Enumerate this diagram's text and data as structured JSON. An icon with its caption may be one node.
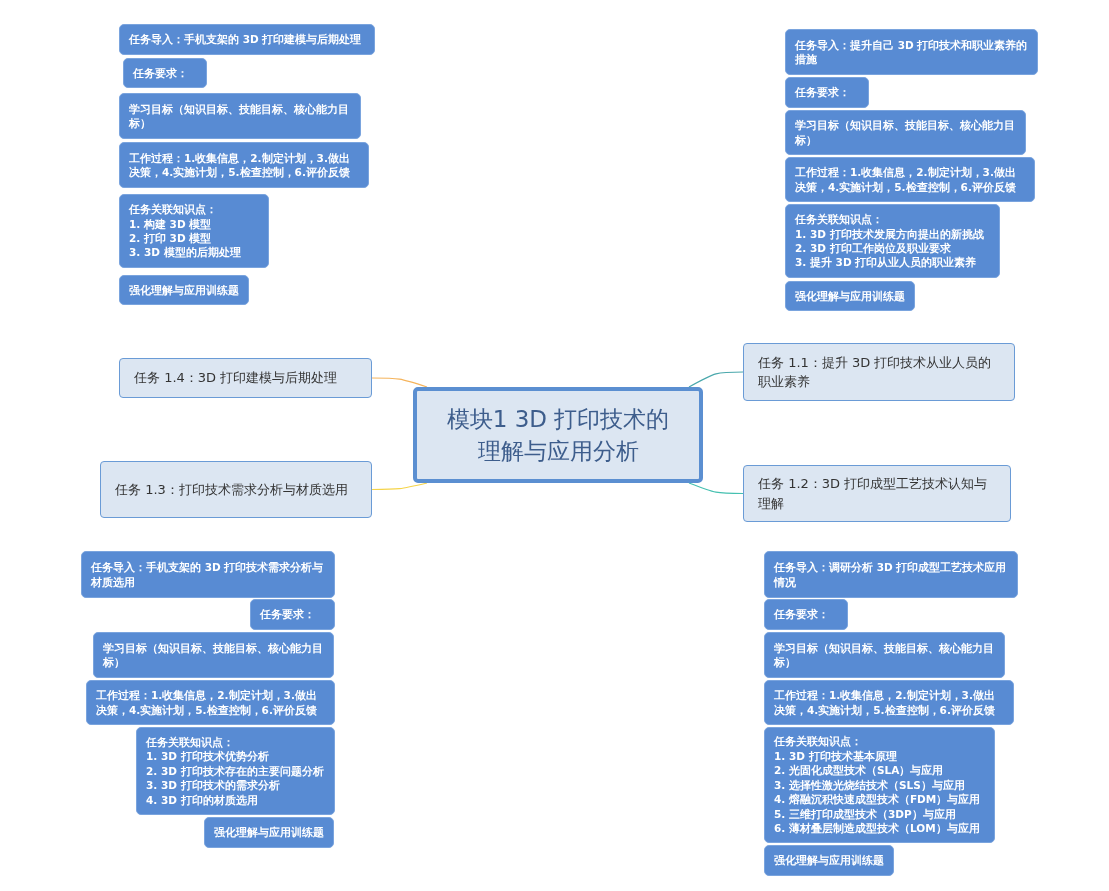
{
  "diagram": {
    "nodes": [
      {
        "text": [
          "模块1  3D 打印技术的理解与应用分析"
        ]
      },
      {
        "text": [
          "任务 1.1：提升 3D 打印技术从业人员的职业素养"
        ]
      },
      {
        "text": [
          "任务 1.2：3D 打印成型工艺技术认知与理解"
        ]
      },
      {
        "text": [
          "任务 1.3：打印技术需求分析与材质选用"
        ]
      },
      {
        "text": [
          "任务 1.4：3D 打印建模与后期处理"
        ]
      },
      {
        "text": [
          "任务导入：手机支架的 3D 打印建模与后期处理"
        ]
      },
      {
        "text": [
          "任务要求："
        ]
      },
      {
        "text": [
          "学习目标（知识目标、技能目标、核心能力目标）"
        ]
      },
      {
        "text": [
          "工作过程：1.收集信息，2.制定计划，3.做出决策，4.实施计划，5.检查控制，6.评价反馈"
        ]
      },
      {
        "text": [
          "任务关联知识点：",
          "1. 构建 3D 模型",
          "2. 打印 3D 模型",
          "3. 3D 模型的后期处理"
        ]
      },
      {
        "text": [
          "强化理解与应用训练题"
        ]
      },
      {
        "text": [
          "任务导入：提升自己 3D 打印技术和职业素养的措施"
        ]
      },
      {
        "text": [
          "任务要求："
        ]
      },
      {
        "text": [
          "学习目标（知识目标、技能目标、核心能力目标）"
        ]
      },
      {
        "text": [
          "工作过程：1.收集信息，2.制定计划，3.做出决策，4.实施计划，5.检查控制，6.评价反馈"
        ]
      },
      {
        "text": [
          "任务关联知识点：",
          "1. 3D 打印技术发展方向提出的新挑战",
          "2. 3D 打印工作岗位及职业要求",
          "3. 提升 3D 打印从业人员的职业素养"
        ]
      },
      {
        "text": [
          "强化理解与应用训练题"
        ]
      },
      {
        "text": [
          "任务导入：手机支架的 3D 打印技术需求分析与材质选用"
        ]
      },
      {
        "text": [
          "任务要求："
        ]
      },
      {
        "text": [
          "学习目标（知识目标、技能目标、核心能力目标）"
        ]
      },
      {
        "text": [
          "工作过程：1.收集信息，2.制定计划，3.做出决策，4.实施计划，5.检查控制，6.评价反馈"
        ]
      },
      {
        "text": [
          "任务关联知识点：",
          "1. 3D 打印技术优势分析",
          "2. 3D 打印技术存在的主要问题分析",
          "3. 3D 打印技术的需求分析",
          "4. 3D 打印的材质选用"
        ]
      },
      {
        "text": [
          "强化理解与应用训练题"
        ]
      },
      {
        "text": [
          "任务导入：调研分析 3D 打印成型工艺技术应用情况"
        ]
      },
      {
        "text": [
          "任务要求："
        ]
      },
      {
        "text": [
          "学习目标（知识目标、技能目标、核心能力目标）"
        ]
      },
      {
        "text": [
          "工作过程：1.收集信息，2.制定计划，3.做出决策，4.实施计划，5.检查控制，6.评价反馈"
        ]
      },
      {
        "text": [
          "任务关联知识点：",
          "1. 3D 打印技术基本原理",
          "2. 光固化成型技术（SLA）与应用",
          "3. 选择性激光烧结技术（SLS）与应用",
          "4. 熔融沉积快速成型技术（FDM）与应用",
          "5. 三维打印成型技术（3DP）与应用",
          "6. 薄材叠层制造成型技术（LOM）与应用"
        ]
      },
      {
        "text": [
          "强化理解与应用训练题"
        ]
      }
    ],
    "edges": [
      {
        "from": 0,
        "to": 1,
        "arrow": "none",
        "color": "#4aa8ac"
      },
      {
        "from": 0,
        "to": 2,
        "arrow": "none",
        "color": "#45c0b0"
      },
      {
        "from": 0,
        "to": 3,
        "arrow": "none",
        "color": "#f5d44a"
      },
      {
        "from": 0,
        "to": 4,
        "arrow": "none",
        "color": "#f5b45c"
      }
    ]
  }
}
